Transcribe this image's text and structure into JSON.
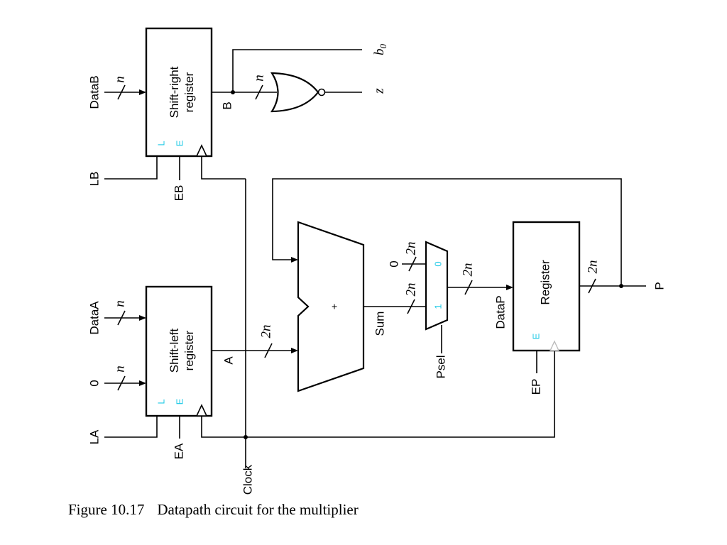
{
  "caption": {
    "number": "Figure 10.17",
    "text": "Datapath circuit for the multiplier"
  },
  "inputs": {
    "data_b": "DataB",
    "data_a": "DataA",
    "zero_a": "0",
    "lb": "LB",
    "eb": "EB",
    "la": "LA",
    "ea": "EA",
    "clock": "Clock",
    "psel": "Psel",
    "ep": "EP",
    "zero_mux": "0"
  },
  "outputs": {
    "b0": "b",
    "b0_sub": "0",
    "z": "z",
    "p": "P"
  },
  "blocks": {
    "shift_right_line1": "Shift-right",
    "shift_right_line2": "register",
    "shift_left_line1": "Shift-left",
    "shift_left_line2": "register",
    "register": "Register",
    "adder_symbol": "+"
  },
  "pins": {
    "load": "L",
    "enable": "E",
    "mux0": "0",
    "mux1": "1"
  },
  "signals": {
    "b": "B",
    "a": "A",
    "sum": "Sum",
    "data_p": "DataP"
  },
  "bus_widths": {
    "n": "n",
    "two_n": "2n"
  }
}
